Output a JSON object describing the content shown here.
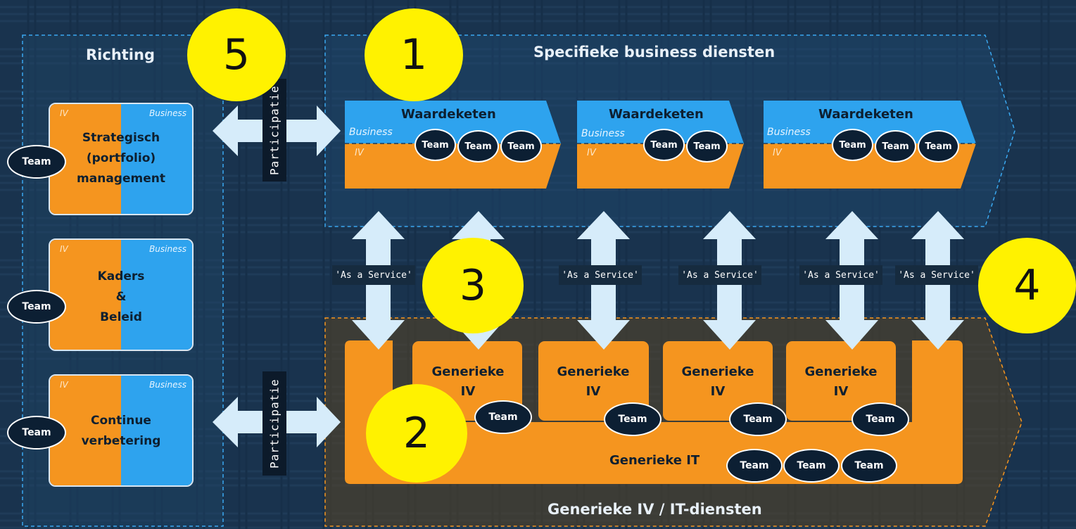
{
  "panels": {
    "left_title": "Richting",
    "top_title": "Specifieke business diensten",
    "bottom_title": "Generieke IV / IT-diensten"
  },
  "cards": [
    {
      "iv": "IV",
      "business": "Business",
      "lines": [
        "Strategisch",
        "(portfolio)",
        "management"
      ],
      "team": "Team"
    },
    {
      "iv": "IV",
      "business": "Business",
      "lines": [
        "Kaders",
        "&",
        "Beleid"
      ],
      "team": "Team"
    },
    {
      "iv": "IV",
      "business": "Business",
      "lines": [
        "Continue",
        "verbetering"
      ],
      "team": "Team"
    }
  ],
  "value_chains": [
    {
      "title": "Waardeketen",
      "business": "Business",
      "iv": "IV",
      "teams": [
        "Team",
        "Team",
        "Team"
      ]
    },
    {
      "title": "Waardeketen",
      "business": "Business",
      "iv": "IV",
      "teams": [
        "Team",
        "Team"
      ]
    },
    {
      "title": "Waardeketen",
      "business": "Business",
      "iv": "IV",
      "teams": [
        "Team",
        "Team",
        "Team"
      ]
    }
  ],
  "participation": [
    "Participatie",
    "Participatie"
  ],
  "service_labels": [
    "'As a Service'",
    "'As a Service'",
    "'As a Service'",
    "'As a Service'",
    "'As a Service'"
  ],
  "generic_iv": [
    {
      "lines": [
        "Generieke",
        "IV"
      ],
      "team": "Team"
    },
    {
      "lines": [
        "Generieke",
        "IV"
      ],
      "team": "Team"
    },
    {
      "lines": [
        "Generieke",
        "IV"
      ],
      "team": "Team"
    },
    {
      "lines": [
        "Generieke",
        "IV"
      ],
      "team": "Team"
    }
  ],
  "generic_it": {
    "label": "Generieke IT",
    "teams": [
      "Team",
      "Team",
      "Team"
    ]
  },
  "markers": [
    "5",
    "1",
    "3",
    "2",
    "4"
  ],
  "colors": {
    "orange": "#f5951f",
    "blue": "#2ea3ee",
    "yellow": "#fff200",
    "arrow": "#d6ecfa",
    "team": "#0c1f33"
  }
}
